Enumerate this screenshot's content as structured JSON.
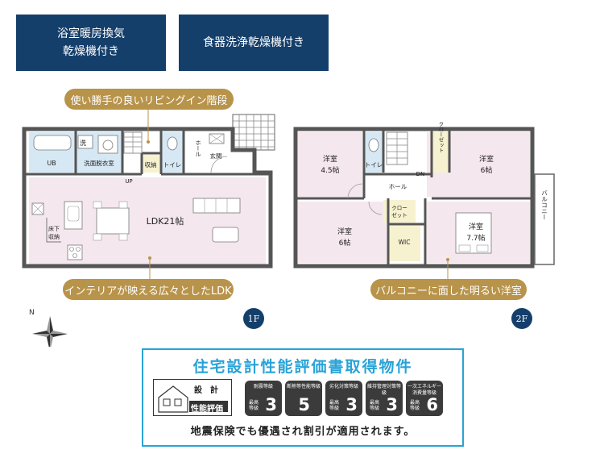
{
  "features": [
    {
      "line1": "浴室暖房換気",
      "line2": "乾燥機付き"
    },
    {
      "line1": "食器洗浄乾燥機付き",
      "line2": ""
    }
  ],
  "labels": {
    "stairs": "使い勝手の良いリビングイン階段",
    "ldk": "インテリアが映える広々としたLDK",
    "balcony": "バルコニーに面した明るい洋室"
  },
  "floors": {
    "first": "1F",
    "second": "2F"
  },
  "compass": "N",
  "plan1": {
    "ub": "UB",
    "wash_mark": "洗",
    "washroom": "洗面脱衣室",
    "storage": "収納",
    "toilet": "トイレ",
    "hall": "ホール",
    "entrance": "玄関",
    "up": "UP",
    "ldk": "LDK21帖",
    "underfloor_1": "床下",
    "underfloor_2": "収納"
  },
  "plan2": {
    "room_a_name": "洋室",
    "room_a_size": "4.5帖",
    "toilet": "トイレ",
    "closet": "クローゼット",
    "room_b_name": "洋室",
    "room_b_size": "6帖",
    "dn": "DN",
    "hall": "ホール",
    "closet2_1": "クロー",
    "closet2_2": "ゼット",
    "room_c_name": "洋室",
    "room_c_size": "6帖",
    "wic": "WIC",
    "room_d_name": "洋室",
    "room_d_size": "7.7帖",
    "balcony": "バルコニー"
  },
  "evaluation": {
    "title": "住宅設計性能評価書取得物件",
    "logo_top": "設　計",
    "logo_bottom": "性能評価",
    "badges": [
      {
        "name": "耐震等級",
        "sub": "最高等級",
        "value": "3"
      },
      {
        "name": "断熱等性能等級",
        "sub": "",
        "value": "5"
      },
      {
        "name": "劣化対策等級",
        "sub": "最高等級",
        "value": "3"
      },
      {
        "name": "維持管理対策等級",
        "sub": "最高等級",
        "value": "3"
      },
      {
        "name": "一次エネルギー消費量等級",
        "sub": "最高等級",
        "value": "6"
      }
    ],
    "note": "地震保険でも優遇され割引が適用されます。"
  },
  "colors": {
    "navy": "#153f6b",
    "gold": "#b8934a",
    "room_pink": "#f5e7ee",
    "wet_blue": "#d6e8f4",
    "closet_yellow": "#f6f1cf",
    "accent_blue": "#29a3d7"
  }
}
